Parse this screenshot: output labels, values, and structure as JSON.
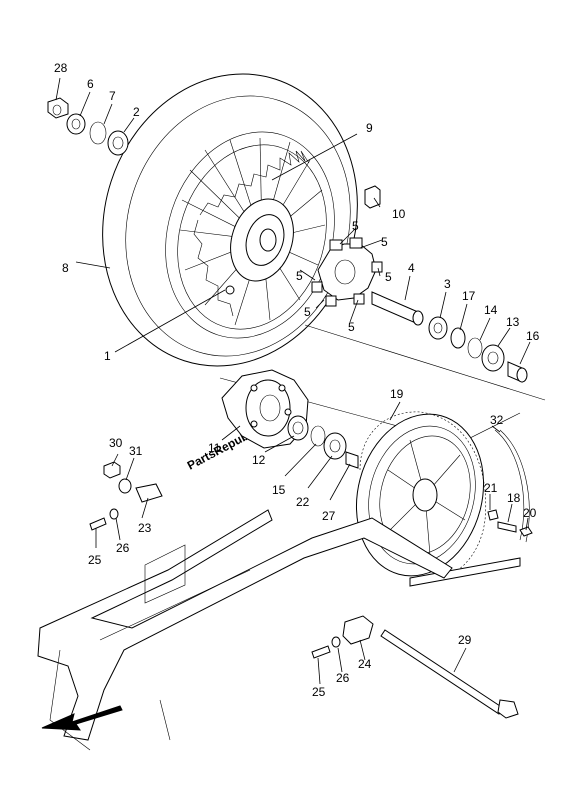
{
  "watermark": "PartsRepublik",
  "callouts": [
    {
      "id": "c28",
      "label": "28"
    },
    {
      "id": "c6",
      "label": "6"
    },
    {
      "id": "c7",
      "label": "7"
    },
    {
      "id": "c2",
      "label": "2"
    },
    {
      "id": "c9",
      "label": "9"
    },
    {
      "id": "c10",
      "label": "10"
    },
    {
      "id": "c8",
      "label": "8"
    },
    {
      "id": "c5a",
      "label": "5"
    },
    {
      "id": "c5b",
      "label": "5"
    },
    {
      "id": "c5c",
      "label": "5"
    },
    {
      "id": "c5d",
      "label": "5"
    },
    {
      "id": "c5e",
      "label": "5"
    },
    {
      "id": "c5f",
      "label": "5"
    },
    {
      "id": "c4",
      "label": "4"
    },
    {
      "id": "c3",
      "label": "3"
    },
    {
      "id": "c17",
      "label": "17"
    },
    {
      "id": "c14",
      "label": "14"
    },
    {
      "id": "c13",
      "label": "13"
    },
    {
      "id": "c16",
      "label": "16"
    },
    {
      "id": "c1",
      "label": "1"
    },
    {
      "id": "c19",
      "label": "19"
    },
    {
      "id": "c32",
      "label": "32"
    },
    {
      "id": "c11",
      "label": "11"
    },
    {
      "id": "c12",
      "label": "12"
    },
    {
      "id": "c15",
      "label": "15"
    },
    {
      "id": "c22",
      "label": "22"
    },
    {
      "id": "c27",
      "label": "27"
    },
    {
      "id": "c30",
      "label": "30"
    },
    {
      "id": "c31",
      "label": "31"
    },
    {
      "id": "c23",
      "label": "23"
    },
    {
      "id": "c25a",
      "label": "25"
    },
    {
      "id": "c26a",
      "label": "26"
    },
    {
      "id": "c21",
      "label": "21"
    },
    {
      "id": "c18",
      "label": "18"
    },
    {
      "id": "c20",
      "label": "20"
    },
    {
      "id": "c29",
      "label": "29"
    },
    {
      "id": "c24",
      "label": "24"
    },
    {
      "id": "c26b",
      "label": "26"
    },
    {
      "id": "c25b",
      "label": "25"
    }
  ]
}
